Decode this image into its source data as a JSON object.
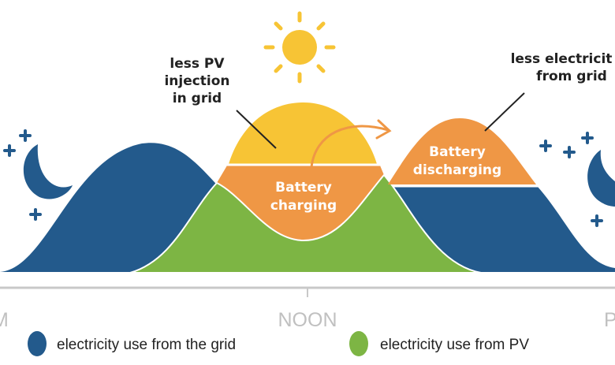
{
  "colors": {
    "grid": "#235a8c",
    "pv": "#7db544",
    "battery": "#ef9745",
    "sun": "#f7c435",
    "axis": "#c8c8c8",
    "text": "#222222"
  },
  "annotations": {
    "less_pv": [
      "less PV",
      "injection",
      "in grid"
    ],
    "less_grid": [
      "less electricit",
      "from grid"
    ],
    "charging": [
      "Battery",
      "charging"
    ],
    "discharging": [
      "Battery",
      "discharging"
    ]
  },
  "axis": {
    "left": "M",
    "center": "NOON",
    "right": "P"
  },
  "legend": [
    {
      "label": "electricity use from the grid",
      "color": "#235a8c"
    },
    {
      "label": "electricity use from PV",
      "color": "#7db544"
    }
  ],
  "icons": [
    "sun-icon",
    "moon-icon",
    "star-icon",
    "arrow-icon"
  ]
}
